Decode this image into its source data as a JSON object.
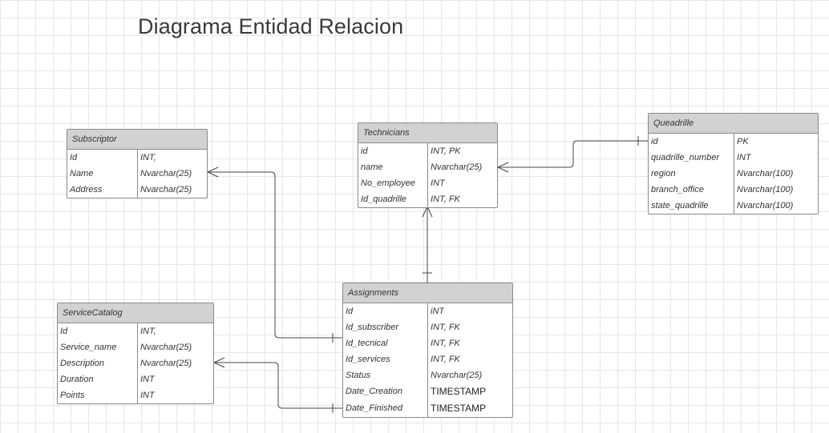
{
  "title": "Diagrama Entidad Relacion",
  "entities": {
    "subscriptor": {
      "name": "Subscriptor",
      "fields": [
        {
          "name": "Id",
          "type": "INT,"
        },
        {
          "name": "Name",
          "type": "Nvarchar(25)"
        },
        {
          "name": "Address",
          "type": "Nvarchar(25)"
        }
      ]
    },
    "technicians": {
      "name": "Technicians",
      "fields": [
        {
          "name": "id",
          "type": "INT, PK"
        },
        {
          "name": "name",
          "type": "Nvarchar(25)"
        },
        {
          "name": "No_employee",
          "type": "INT"
        },
        {
          "name": "Id_quadrille",
          "type": "INT, FK"
        }
      ]
    },
    "quadrille": {
      "name": "Queadrille",
      "fields": [
        {
          "name": "id",
          "type": "PK"
        },
        {
          "name": "quadrille_number",
          "type": "INT"
        },
        {
          "name": "region",
          "type": "Nvarchar(100)"
        },
        {
          "name": "branch_office",
          "type": "Nvarchar(100)"
        },
        {
          "name": "state_quadrille",
          "type": "Nvarchar(100)"
        }
      ]
    },
    "servicecatalog": {
      "name": "ServiceCatalog",
      "fields": [
        {
          "name": "Id",
          "type": "INT,"
        },
        {
          "name": "Service_name",
          "type": "Nvarchar(25)"
        },
        {
          "name": "Description",
          "type": "Nvarchar(25)"
        },
        {
          "name": "Duration",
          "type": "INT"
        },
        {
          "name": "Points",
          "type": "INT"
        }
      ]
    },
    "assignments": {
      "name": "Assignments",
      "fields": [
        {
          "name": "Id",
          "type": "iNT"
        },
        {
          "name": "Id_subscriber",
          "type": "INT, FK"
        },
        {
          "name": "Id_tecnical",
          "type": "INT, FK"
        },
        {
          "name": "Id_services",
          "type": "INT, FK"
        },
        {
          "name": "Status",
          "type": "Nvarchar(25)"
        },
        {
          "name": "Date_Creation",
          "type": "TIMESTAMP"
        },
        {
          "name": "Date_Finished",
          "type": "TIMESTAMP"
        }
      ]
    }
  },
  "colors": {
    "header_fill": "#d2d2d2",
    "border": "#8a8a8a",
    "connector": "#444444",
    "grid": "#e6e6e6"
  }
}
